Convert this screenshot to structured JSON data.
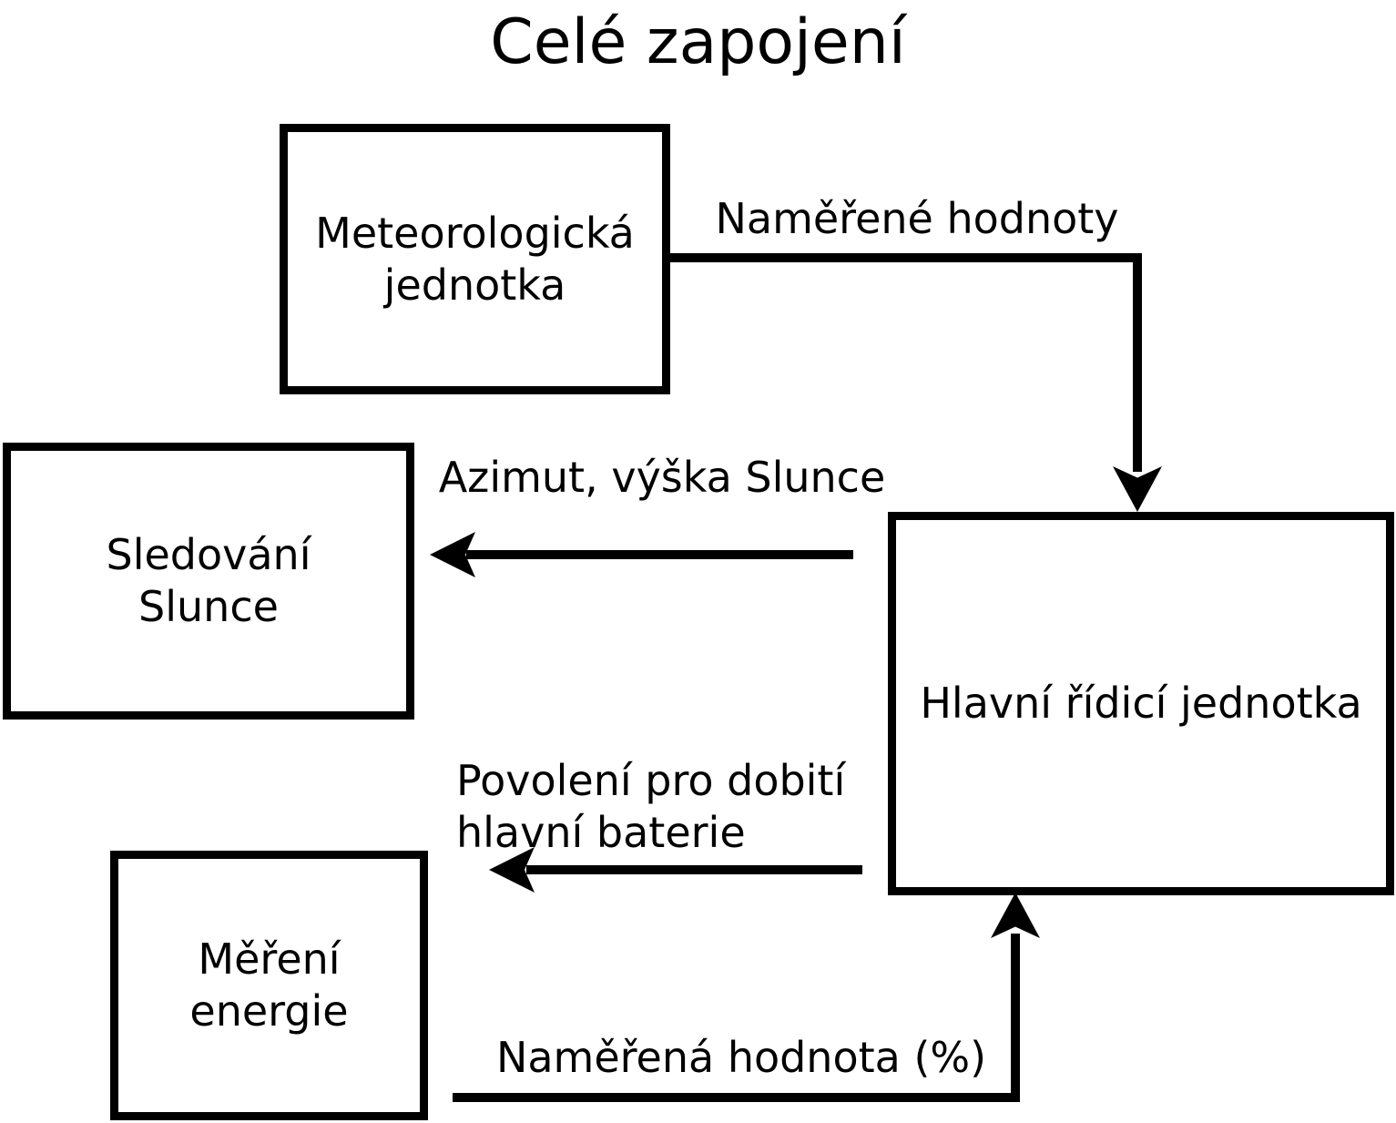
{
  "title": "Celé zapojení",
  "colors": {
    "line": "#000000",
    "text": "#000000",
    "background": "#ffffff"
  },
  "boxes": {
    "meteorological_unit": {
      "line1": "Meteorologická",
      "line2": "jednotka"
    },
    "sun_tracking": {
      "line1": "Sledování",
      "line2": "Slunce"
    },
    "energy_measurement": {
      "line1": "Měření",
      "line2": "energie"
    },
    "main_control_unit": {
      "label": "Hlavní řídicí jednotka"
    }
  },
  "edges": {
    "measured_values": {
      "label": "Naměřené hodnoty",
      "from": "Meteorologická jednotka",
      "to": "Hlavní řídicí jednotka",
      "direction": "down"
    },
    "sun_position": {
      "label": "Azimut, výška Slunce",
      "from": "Hlavní řídicí jednotka",
      "to": "Sledování Slunce",
      "direction": "left"
    },
    "charge_permission": {
      "line1": "Povolení pro dobití",
      "line2": "hlavní baterie",
      "from": "Hlavní řídicí jednotka",
      "to": "left",
      "direction": "left"
    },
    "measured_percent": {
      "label": "Naměřená hodnota (%)",
      "from": "Měření energie",
      "to": "Hlavní řídicí jednotka",
      "direction": "up"
    }
  }
}
